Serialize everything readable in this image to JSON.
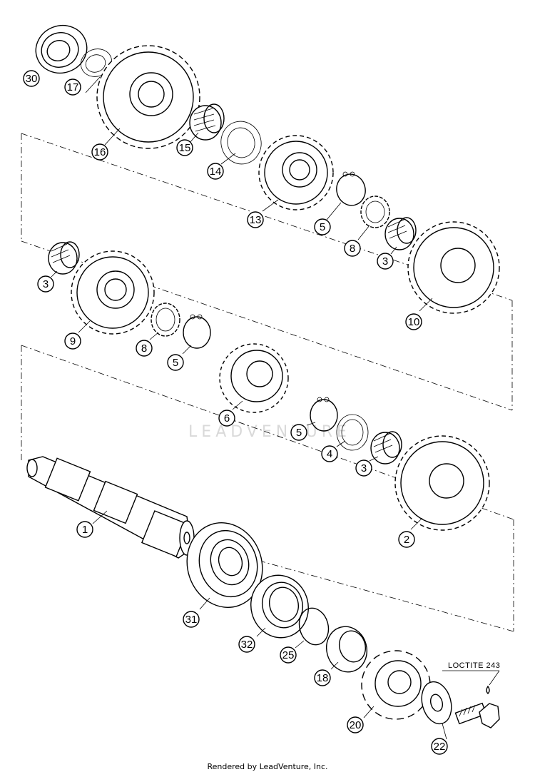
{
  "callouts": [
    {
      "id": "c30",
      "label": "30"
    },
    {
      "id": "c17",
      "label": "17"
    },
    {
      "id": "c16",
      "label": "16"
    },
    {
      "id": "c15",
      "label": "15"
    },
    {
      "id": "c14",
      "label": "14"
    },
    {
      "id": "c13",
      "label": "13"
    },
    {
      "id": "c5a",
      "label": "5"
    },
    {
      "id": "c8a",
      "label": "8"
    },
    {
      "id": "c3a",
      "label": "3"
    },
    {
      "id": "c10",
      "label": "10"
    },
    {
      "id": "c3b",
      "label": "3"
    },
    {
      "id": "c9",
      "label": "9"
    },
    {
      "id": "c8b",
      "label": "8"
    },
    {
      "id": "c5b",
      "label": "5"
    },
    {
      "id": "c6",
      "label": "6"
    },
    {
      "id": "c5c",
      "label": "5"
    },
    {
      "id": "c4",
      "label": "4"
    },
    {
      "id": "c3c",
      "label": "3"
    },
    {
      "id": "c1",
      "label": "1"
    },
    {
      "id": "c2",
      "label": "2"
    },
    {
      "id": "c31",
      "label": "31"
    },
    {
      "id": "c32",
      "label": "32"
    },
    {
      "id": "c25",
      "label": "25"
    },
    {
      "id": "c18",
      "label": "18"
    },
    {
      "id": "c20",
      "label": "20"
    },
    {
      "id": "c22",
      "label": "22"
    }
  ],
  "note": {
    "label": "LOCTITE 243"
  },
  "watermark": {
    "label": "LEADVENTURE"
  },
  "footer": {
    "label": "Rendered by LeadVenture, Inc."
  }
}
